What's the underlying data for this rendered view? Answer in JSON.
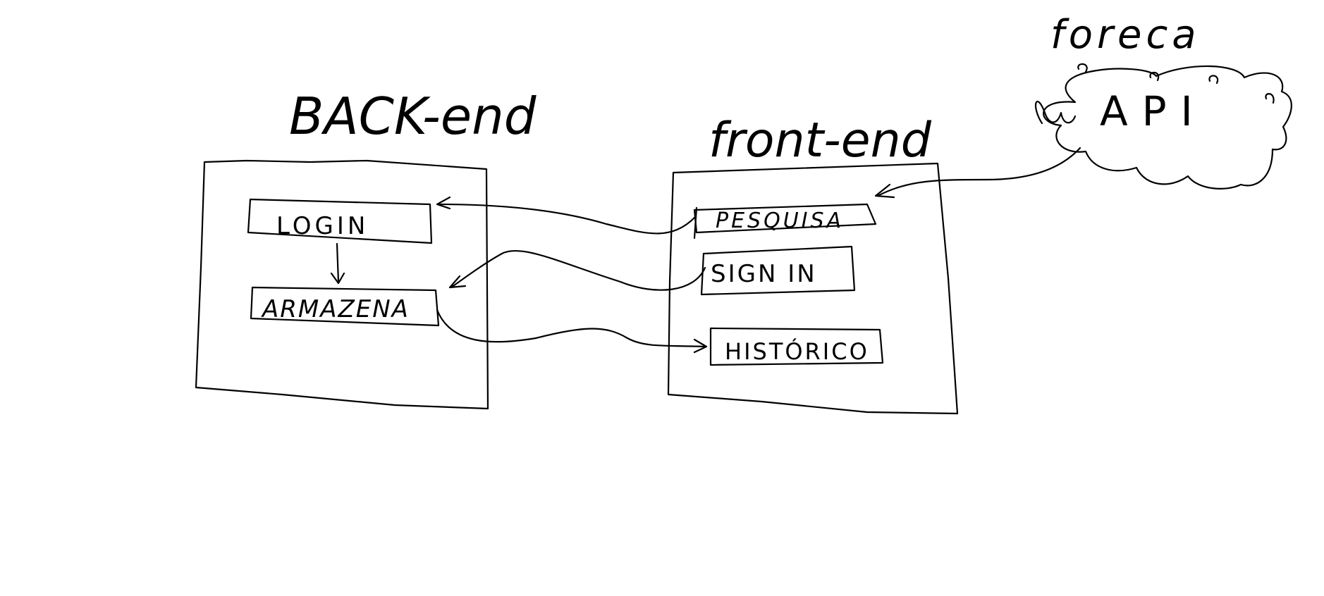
{
  "diagram": {
    "backend": {
      "title": "BACK-end",
      "items": {
        "login": "LOGIN",
        "armazena": "ARMAZENA"
      }
    },
    "frontend": {
      "title": "front-end",
      "items": {
        "pesquisa": "PESQUISA",
        "signin": "SIGN IN",
        "historico": "HISTÓRICO"
      }
    },
    "external": {
      "provider": "foreca",
      "api": "API"
    },
    "colors": {
      "ink": "#000000",
      "background": "#ffffff"
    }
  }
}
